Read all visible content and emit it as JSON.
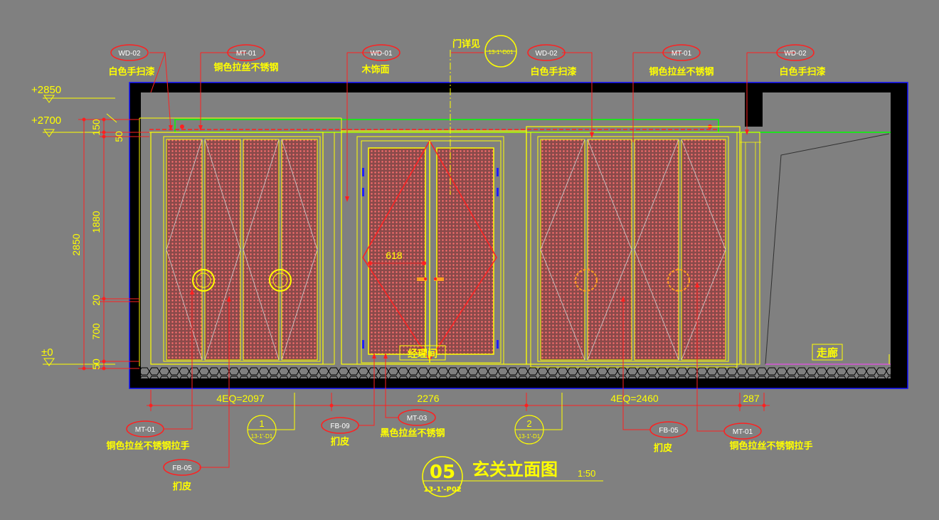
{
  "drawing": {
    "title": "玄关立面图",
    "number": "05",
    "sheet_ref": "13-1'-P02",
    "scale": "1:50"
  },
  "labels": {
    "top": [
      {
        "code": "WD-02",
        "text": "白色手扫漆"
      },
      {
        "code": "MT-01",
        "text": "铜色拉丝不锈钢"
      },
      {
        "code": "WD-01",
        "text": "木饰面"
      },
      {
        "code": "WD-02",
        "text": "白色手扫漆"
      },
      {
        "code": "MT-01",
        "text": "铜色拉丝不锈钢"
      },
      {
        "code": "WD-02",
        "text": "白色手扫漆"
      }
    ],
    "bottom": [
      {
        "code": "MT-01",
        "text": "铜色拉丝不锈钢拉手"
      },
      {
        "code": "FB-05",
        "text": "扪皮"
      },
      {
        "code": "FB-09",
        "text": "扪皮"
      },
      {
        "code": "MT-03",
        "text": "黑色拉丝不锈钢"
      },
      {
        "code": "FB-05",
        "text": "扪皮"
      },
      {
        "code": "MT-01",
        "text": "铜色拉丝不锈钢拉手"
      }
    ],
    "door_ref": {
      "text": "门详见",
      "code": "13-1'-D01"
    }
  },
  "levels": [
    "+2850",
    "+2700",
    "±0"
  ],
  "dims_vertical": [
    "150",
    "50",
    "2850",
    "1880",
    "20",
    "700",
    "50"
  ],
  "dims_horizontal": [
    "4EQ=2097",
    "2276",
    "4EQ=2460",
    "287",
    "618"
  ],
  "sections": [
    {
      "num": "1",
      "ref": "13-1'-D1"
    },
    {
      "num": "2",
      "ref": "13-1'-D1"
    }
  ],
  "room_labels": [
    "经理间",
    "走廊"
  ]
}
